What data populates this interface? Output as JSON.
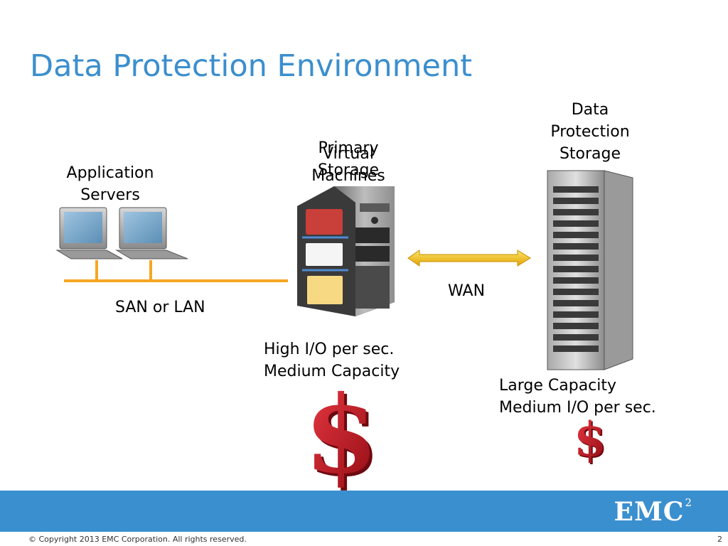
{
  "slide": {
    "title": "Data Protection Environment",
    "page_number": "2",
    "copyright": "© Copyright 2013 EMC Corporation. All rights reserved.",
    "logo": {
      "text": "EMC",
      "superscript": "2"
    }
  },
  "diagram": {
    "application_servers": {
      "label_line1": "Application",
      "label_line2": "Servers"
    },
    "network": {
      "label": "SAN or LAN"
    },
    "primary_storage": {
      "label_line1": "Primary",
      "label_line2": "Storage",
      "overlay_line1": "Virtual",
      "overlay_line2": "Machines",
      "spec_line1": "High I/O per sec.",
      "spec_line2": "Medium Capacity",
      "cost_icon": "dollar-large"
    },
    "wan": {
      "label": "WAN"
    },
    "data_protection_storage": {
      "label_line1": "Data",
      "label_line2": "Protection",
      "label_line3": "Storage",
      "spec_line1": "Large Capacity",
      "spec_line2": "Medium I/O per sec.",
      "cost_icon": "dollar-small"
    },
    "colors": {
      "title": "#3b8fce",
      "network_line": "#f5a623",
      "wan_arrow": "#f2c200",
      "dollar": "#c8101e",
      "footer": "#3a8fcf"
    }
  }
}
